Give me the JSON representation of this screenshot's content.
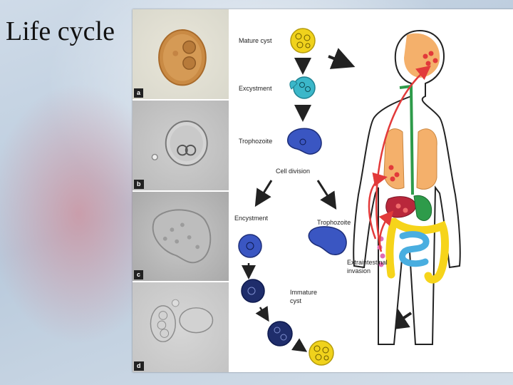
{
  "slide": {
    "title": "Life cycle"
  },
  "figure": {
    "panels": [
      {
        "label": "a"
      },
      {
        "label": "b"
      },
      {
        "label": "c"
      },
      {
        "label": "d"
      }
    ],
    "labels": {
      "mature_cyst": "Mature cyst",
      "excystment": "Excystment",
      "trophozoite_top": "Trophozoite",
      "cell_division": "Cell division",
      "encystment": "Encystment",
      "trophozoite_right": "Trophozoite",
      "extraintestinal_1": "Extraintestinal",
      "extraintestinal_2": "invasion",
      "immature_1": "Immature",
      "immature_2": "cyst"
    },
    "colors": {
      "cyst_yellow": "#f0d21c",
      "excyst_teal": "#3bb7c9",
      "troph_blue": "#3a56c2",
      "immature_navy": "#1f2d6b",
      "arrow_red": "#e23a3a",
      "pathway_green": "#2e9b4a",
      "organ_orange": "#f4b06b",
      "intestine_blue": "#49aee0",
      "colon_yellow": "#f6d41a"
    }
  }
}
